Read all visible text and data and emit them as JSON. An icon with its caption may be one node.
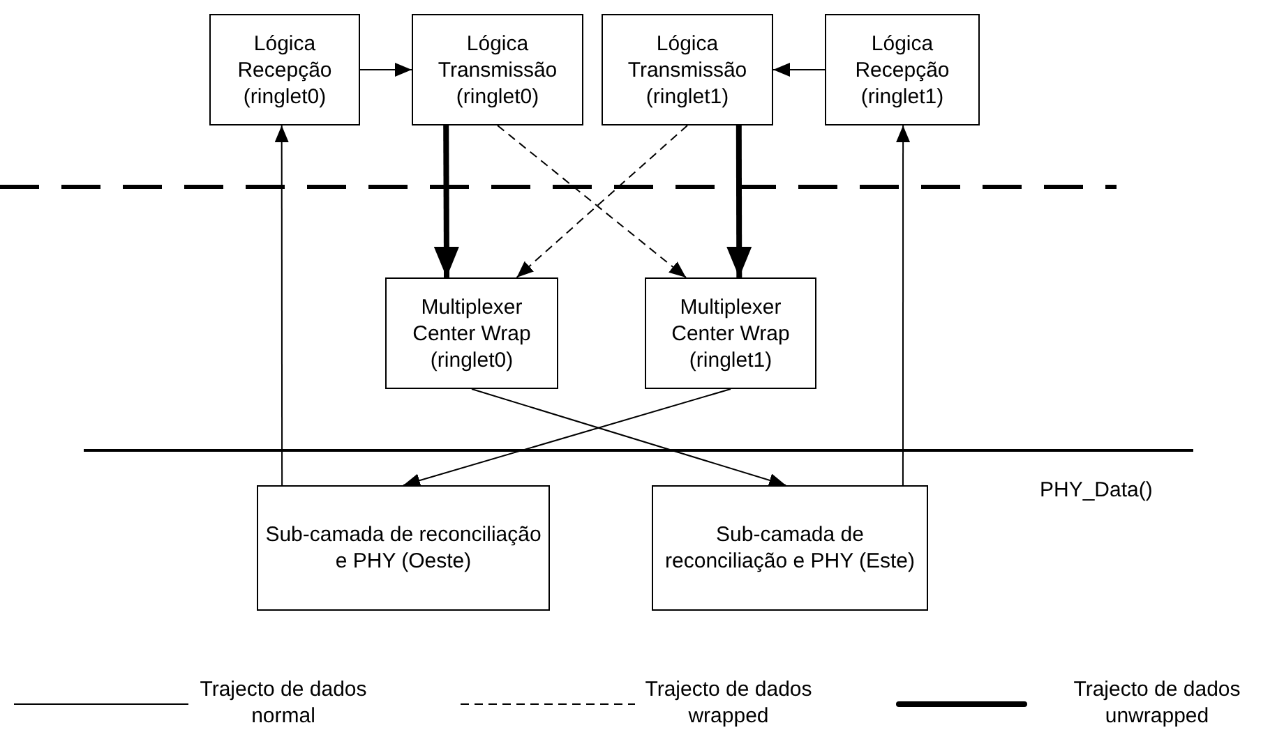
{
  "diagram": {
    "nodes": [
      {
        "text": [
          "Lógica Recepção (ringlet0)"
        ]
      },
      {
        "text": [
          "Lógica Transmissão (ringlet0)"
        ]
      },
      {
        "text": [
          "Lógica Transmissão (ringlet1)"
        ]
      },
      {
        "text": [
          "Lógica Recepção (ringlet1)"
        ]
      },
      {
        "text": [
          "Multiplexer Center Wrap (ringlet0)"
        ]
      },
      {
        "text": [
          "Multiplexer Center Wrap (ringlet1)"
        ]
      },
      {
        "text": [
          "Sub-camada de reconciliação e PHY (Oeste)"
        ]
      },
      {
        "text": [
          "Sub-camada de reconciliação e PHY (Este)"
        ]
      }
    ],
    "edges": [
      {
        "from": 0,
        "to": 1,
        "arrow": "to"
      },
      {
        "from": 3,
        "to": 2,
        "arrow": "to"
      },
      {
        "from": 1,
        "to": 4,
        "arrow": "to",
        "style": "thick"
      },
      {
        "from": 2,
        "to": 5,
        "arrow": "to",
        "style": "thick"
      },
      {
        "from": 1,
        "to": 5,
        "arrow": "to",
        "style": "dashed"
      },
      {
        "from": 2,
        "to": 4,
        "arrow": "to",
        "style": "dashed"
      },
      {
        "from": 6,
        "to": 0,
        "arrow": "to"
      },
      {
        "from": 7,
        "to": 3,
        "arrow": "to"
      },
      {
        "from": 4,
        "to": 7,
        "arrow": "to"
      },
      {
        "from": 5,
        "to": 6,
        "arrow": "to"
      }
    ],
    "labels": [
      "PHY_Data()"
    ],
    "legend": [
      {
        "text": "Trajecto de dados normal"
      },
      {
        "text": "Trajecto de dados wrapped"
      },
      {
        "text": "Trajecto de dados unwrapped"
      }
    ]
  }
}
